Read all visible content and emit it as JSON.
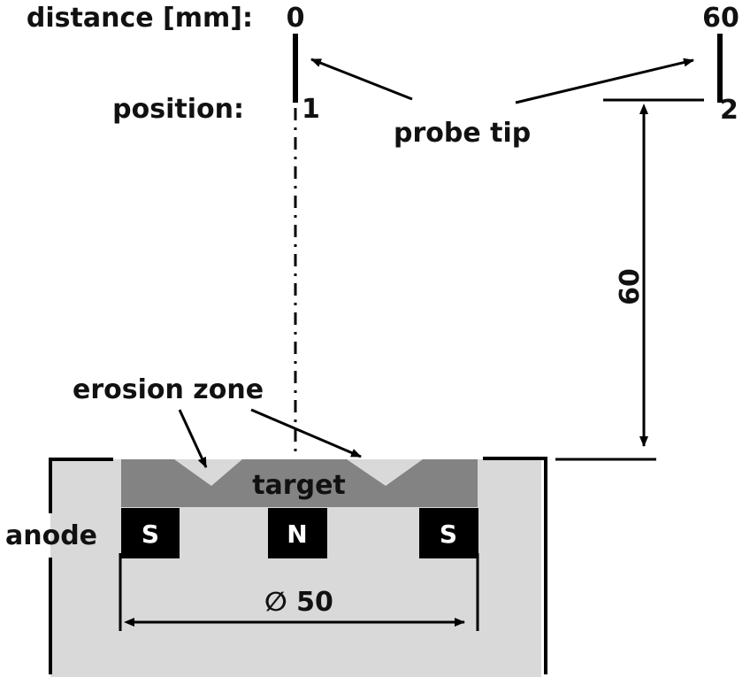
{
  "title": "Planar magnetron with probe tip positions",
  "colors": {
    "background": "#ffffff",
    "anode_fill": "#d9d9d9",
    "target_fill": "#838383",
    "magnet_fill": "#000000",
    "line": "#000000"
  },
  "header": {
    "distance_label": "distance [mm]:",
    "position_label": "position:",
    "distance_values": [
      "0",
      "60"
    ],
    "position_values": [
      "1",
      "2"
    ]
  },
  "annotations": {
    "probe_tip": "probe tip",
    "erosion_zone": "erosion zone",
    "target": "target",
    "anode": "anode"
  },
  "magnets": [
    {
      "pole": "S"
    },
    {
      "pole": "N"
    },
    {
      "pole": "S"
    }
  ],
  "dimensions": {
    "height_label": "60",
    "diameter_label": "∅ 50"
  }
}
